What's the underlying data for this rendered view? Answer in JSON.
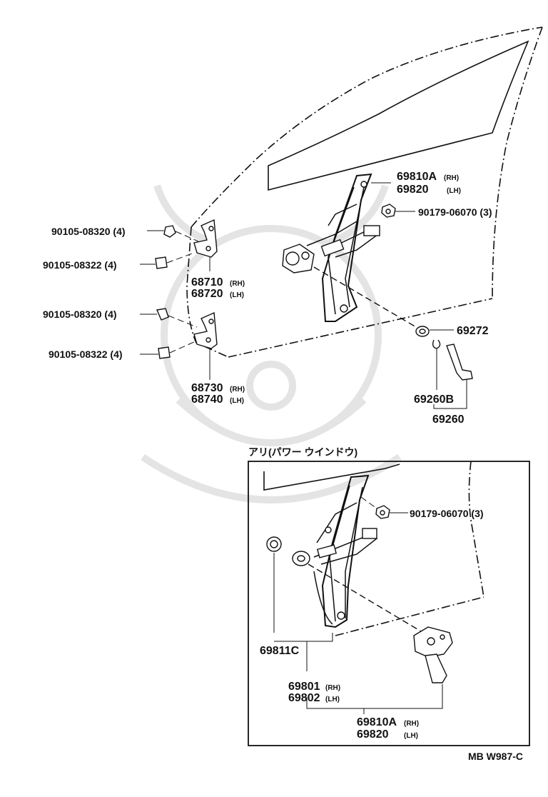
{
  "labels": {
    "p69810a_rh_num": "69810A",
    "p69810a_rh_tag": "(RH)",
    "p69820_lh_num": "69820",
    "p69820_lh_tag": "(LH)",
    "nut_top": "90179-06070 (3)",
    "bolt_1": "90105-08320 (4)",
    "bolt_2": "90105-08322 (4)",
    "bolt_3": "90105-08320 (4)",
    "bolt_4": "90105-08322 (4)",
    "hinge_upper_rh_num": "68710",
    "hinge_upper_rh_tag": "(RH)",
    "hinge_upper_lh_num": "68720",
    "hinge_upper_lh_tag": "(LH)",
    "hinge_lower_rh_num": "68730",
    "hinge_lower_rh_tag": "(RH)",
    "hinge_lower_lh_num": "68740",
    "hinge_lower_lh_tag": "(LH)",
    "knob": "69272",
    "handle_clip": "69260B",
    "handle": "69260",
    "power_window_title": "アリ(パワー ウインドウ)",
    "nut_inset": "90179-06070 (3)",
    "p69811c": "69811C",
    "p69801_num": "69801",
    "p69801_tag": "(RH)",
    "p69802_num": "69802",
    "p69802_tag": "(LH)",
    "inset_69810a_num": "69810A",
    "inset_69810a_tag": "(RH)",
    "inset_69820_num": "69820",
    "inset_69820_tag": "(LH)",
    "diagram_code": "MB W987-C"
  }
}
